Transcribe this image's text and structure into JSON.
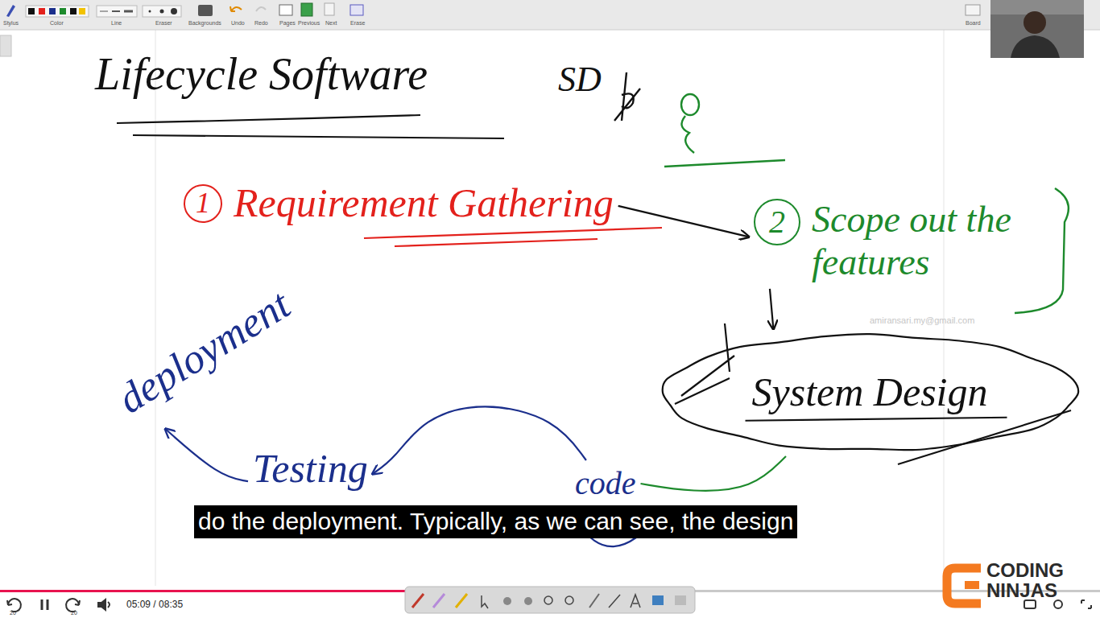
{
  "diagram": {
    "title": "Lifecycle Software",
    "nodes": [
      {
        "text": [
          "1",
          "Requirement Gathering"
        ]
      },
      {
        "text": [
          "2",
          "Scope out the features"
        ]
      },
      {
        "text": [
          "System Design"
        ]
      },
      {
        "text": [
          "code"
        ]
      },
      {
        "text": [
          "Testing"
        ]
      },
      {
        "text": [
          "deployment"
        ]
      }
    ],
    "edges": [
      {
        "from": 0,
        "to": 1,
        "arrow": "to"
      },
      {
        "from": 1,
        "to": 2,
        "arrow": "to"
      },
      {
        "from": 2,
        "to": 3,
        "arrow": "none"
      },
      {
        "from": 3,
        "to": 4,
        "arrow": "to"
      },
      {
        "from": 4,
        "to": 5,
        "arrow": "to"
      }
    ],
    "labels": [
      "SD",
      "amiransari.my@gmail.com",
      "do the deployment. Typically, as we can see, the design",
      "05:09 / 08:35",
      "CODING",
      "NINJAS",
      "Stylus",
      "Color",
      "Line",
      "Eraser",
      "Backgrounds",
      "Undo",
      "Redo",
      "Pages",
      "Previous",
      "Next",
      "Erase",
      "Board",
      "20",
      "20"
    ]
  }
}
